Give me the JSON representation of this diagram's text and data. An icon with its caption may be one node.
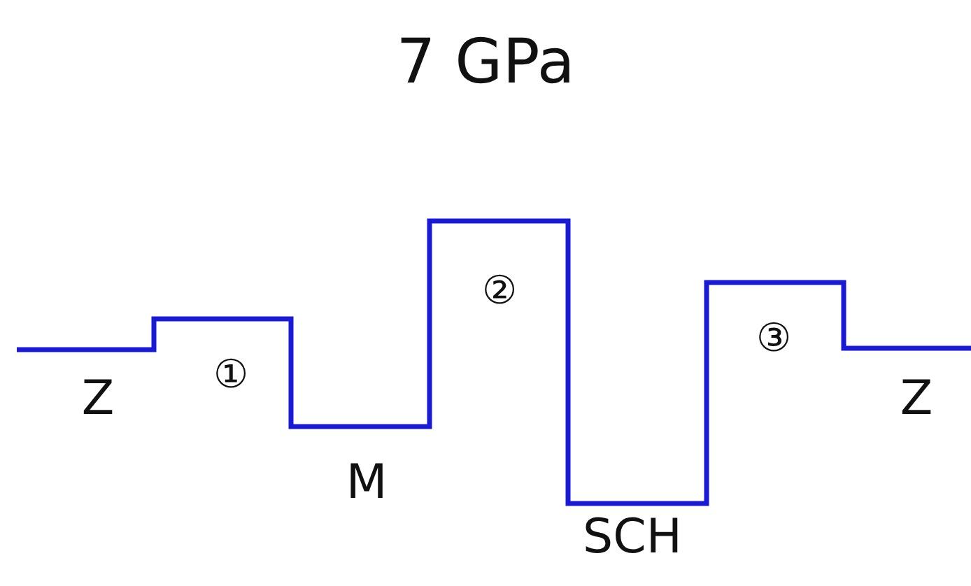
{
  "diagram": {
    "title": "7 GPa",
    "labels": [
      "Z",
      "①",
      "M",
      "②",
      "SCH",
      "③",
      "Z"
    ]
  }
}
